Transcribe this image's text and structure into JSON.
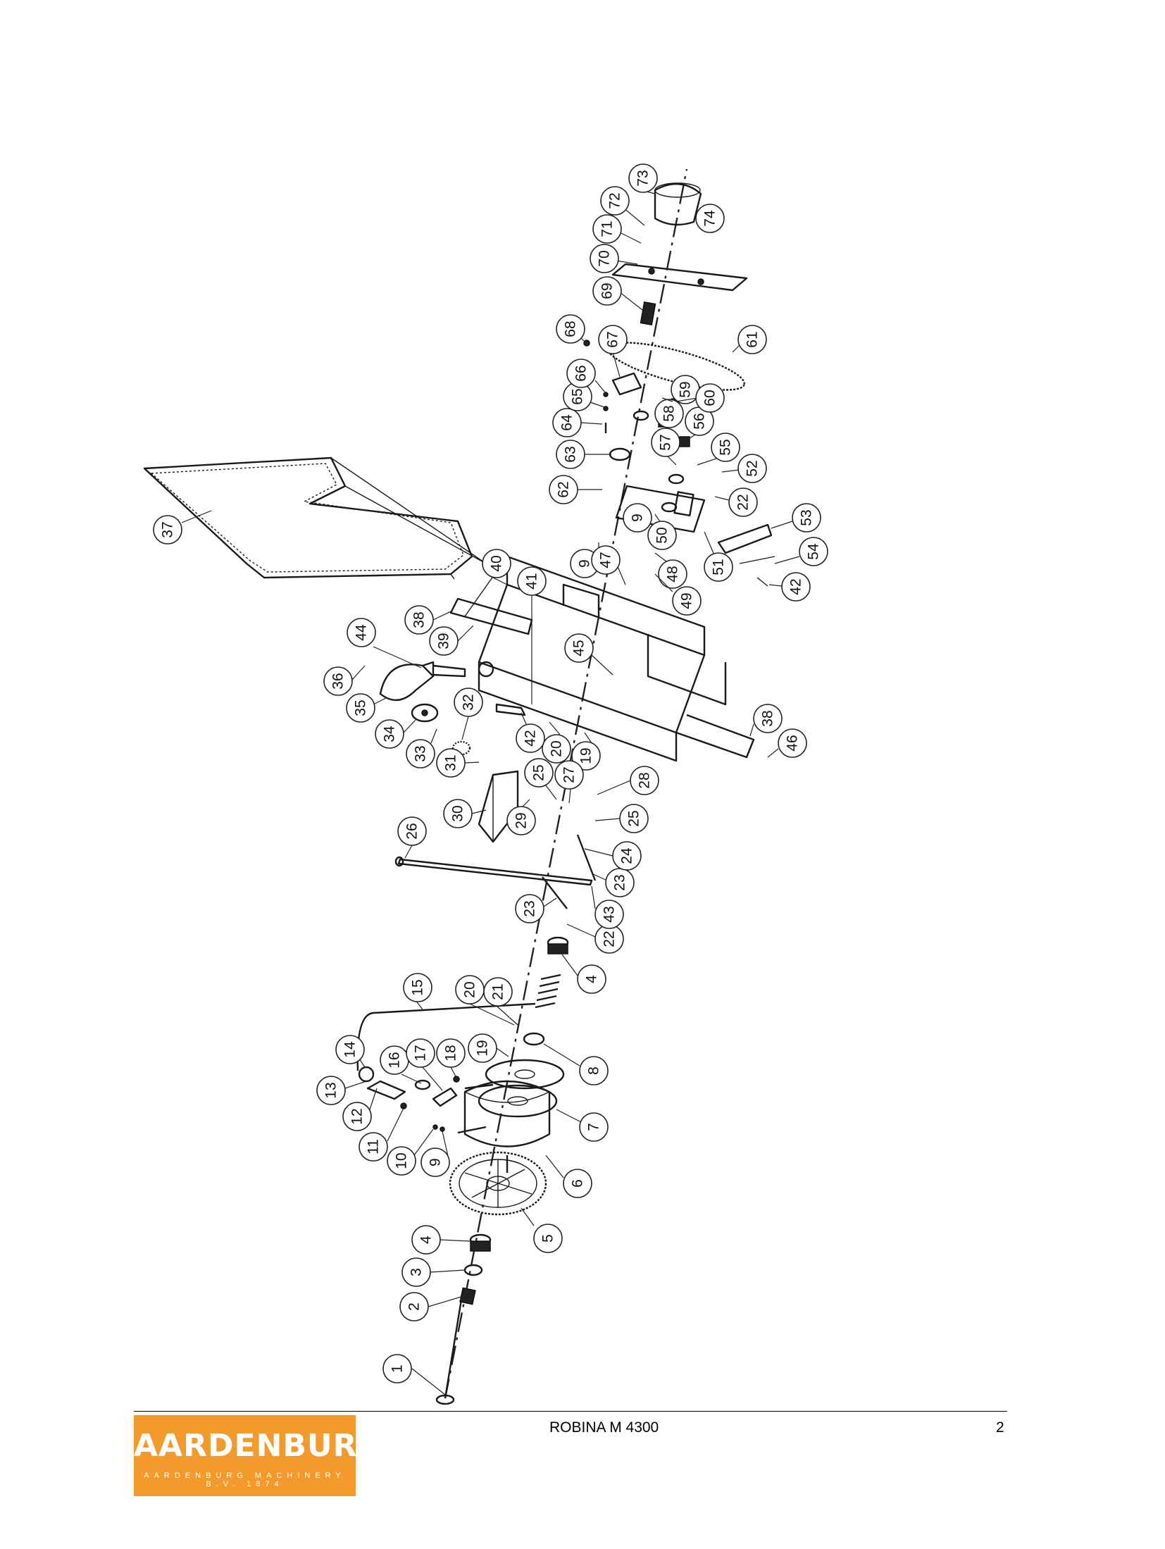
{
  "diagram": {
    "callouts": [
      "1",
      "2",
      "3",
      "4",
      "4",
      "5",
      "6",
      "7",
      "8",
      "9",
      "9",
      "9",
      "10",
      "11",
      "12",
      "13",
      "14",
      "15",
      "16",
      "17",
      "18",
      "19",
      "19",
      "20",
      "20",
      "21",
      "22",
      "22",
      "23",
      "23",
      "24",
      "25",
      "25",
      "26",
      "27",
      "28",
      "29",
      "30",
      "31",
      "32",
      "33",
      "34",
      "35",
      "36",
      "37",
      "38",
      "38",
      "39",
      "40",
      "41",
      "42",
      "42",
      "43",
      "44",
      "45",
      "46",
      "47",
      "48",
      "49",
      "50",
      "51",
      "52",
      "53",
      "54",
      "55",
      "56",
      "57",
      "58",
      "59",
      "60",
      "61",
      "62",
      "63",
      "64",
      "65",
      "66",
      "67",
      "68",
      "69",
      "70",
      "71",
      "72",
      "73",
      "74"
    ]
  },
  "footer": {
    "logo_text": "AARDENBURG",
    "logo_subtext": "AARDENBURG MACHINERY B.V. 1874",
    "doc_title": "ROBINA M 4300",
    "page_number": "2"
  }
}
